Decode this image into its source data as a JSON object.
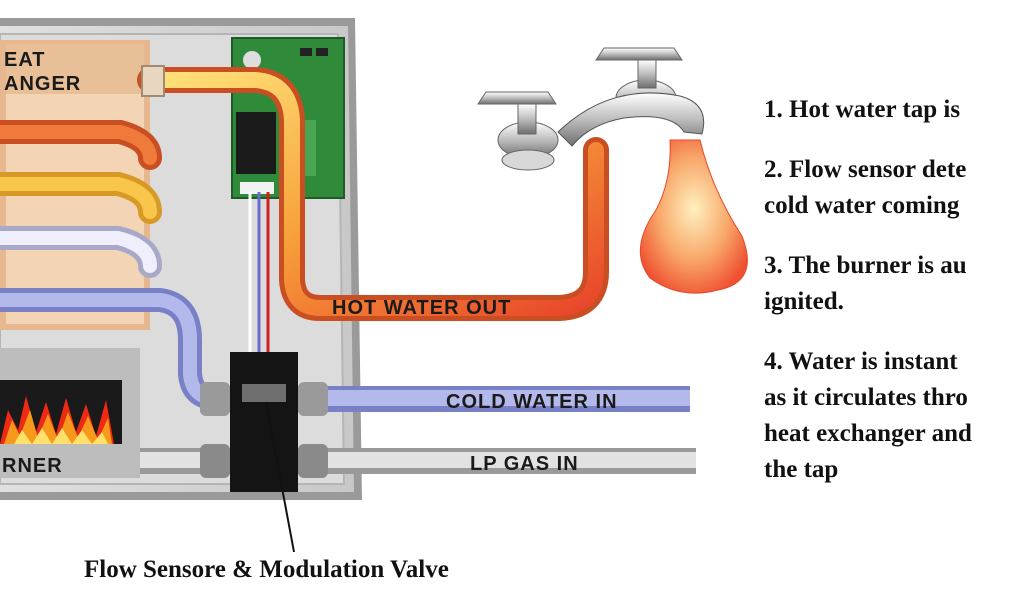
{
  "diagram": {
    "labels": {
      "heat_exchanger_line1": "EAT",
      "heat_exchanger_line2": "ANGER",
      "hot_water_out": "HOT WATER OUT",
      "cold_water_in": "COLD WATER IN",
      "lp_gas_in": "LP GAS IN",
      "burner": "RNER"
    },
    "caption": "Flow Sensore & Modulation Valve",
    "steps": [
      {
        "lines": [
          "1. Hot water tap is"
        ]
      },
      {
        "lines": [
          "2. Flow sensor dete",
          "cold water coming"
        ]
      },
      {
        "lines": [
          "3. The burner is au",
          "ignited."
        ]
      },
      {
        "lines": [
          "4. Water is instant",
          "as it circulates thro",
          "heat exchanger and",
          "the tap"
        ]
      }
    ],
    "colors": {
      "hot_pipe": "#f26b2a",
      "cold_pipe": "#9aa3dc",
      "gas_pipe": "#b8b8b8",
      "yellow_pipe": "#f6c443",
      "cabinet": "#cfcfcf",
      "heat_exchanger": "#efc8a0"
    }
  }
}
